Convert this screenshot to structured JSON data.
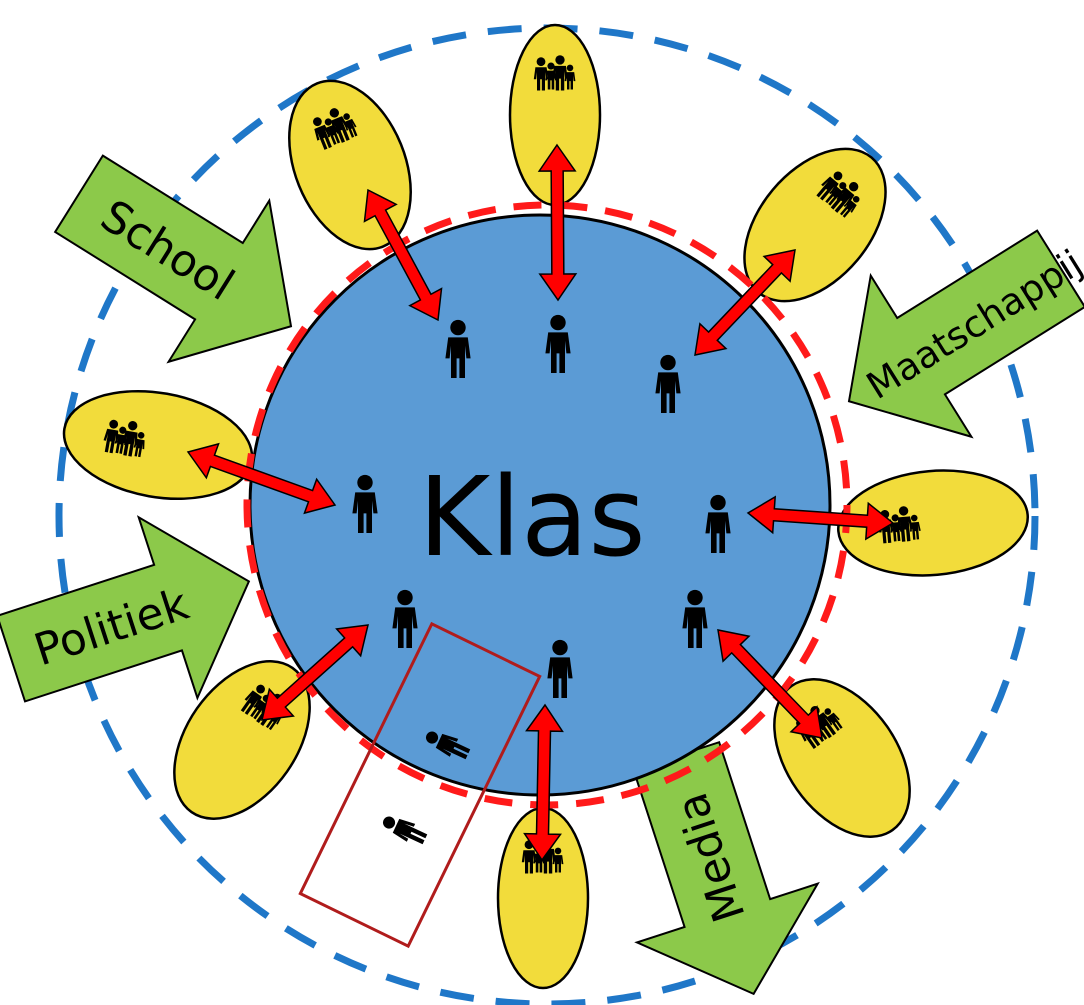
{
  "center": {
    "label": "Klas"
  },
  "influences": [
    {
      "label": "School"
    },
    {
      "label": "Maatschappij"
    },
    {
      "label": "Politiek"
    },
    {
      "label": "Media"
    }
  ],
  "colors": {
    "circle": "#5b9bd5",
    "family": "#f2dc3b",
    "arrow_green": "#8cc94a",
    "arrow_red": "#ff0000",
    "ring_red": "#ff1a1a",
    "ring_blue": "#1f77c8",
    "box": "#b01c1c"
  },
  "icons": {
    "student": "person-icon",
    "family": "family-group-icon",
    "lying": "lying-person-icon"
  }
}
